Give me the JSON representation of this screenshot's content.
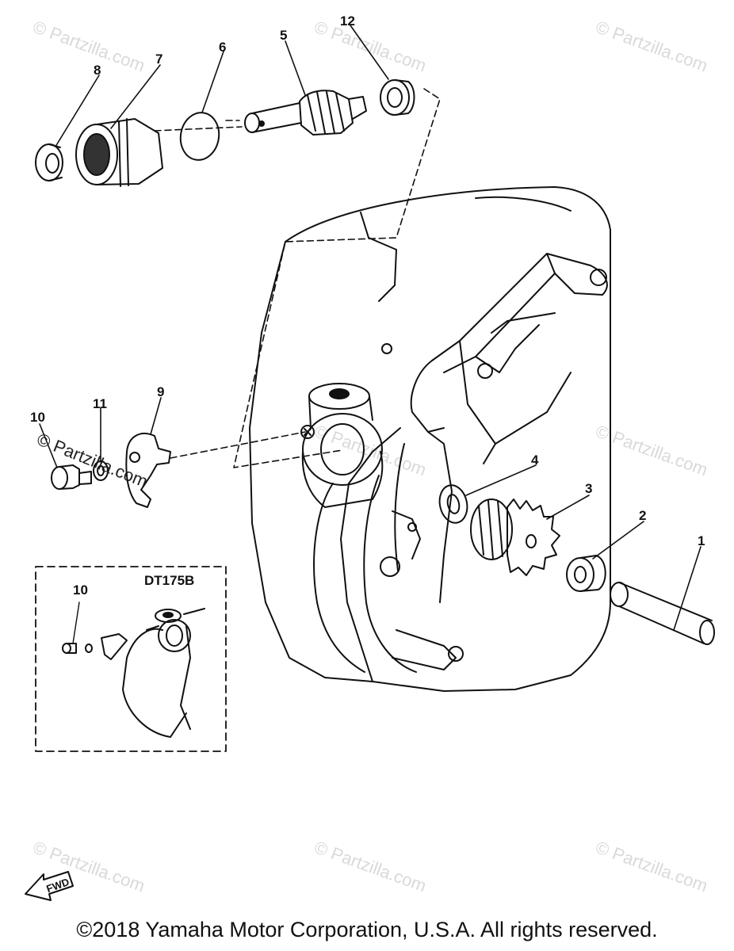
{
  "watermark": "Partzilla.com",
  "watermark_symbol": "©",
  "callouts": [
    {
      "id": "1",
      "label": "1"
    },
    {
      "id": "2",
      "label": "2"
    },
    {
      "id": "3",
      "label": "3"
    },
    {
      "id": "4",
      "label": "4"
    },
    {
      "id": "5",
      "label": "5"
    },
    {
      "id": "6",
      "label": "6"
    },
    {
      "id": "7",
      "label": "7"
    },
    {
      "id": "8",
      "label": "8"
    },
    {
      "id": "9",
      "label": "9"
    },
    {
      "id": "10",
      "label": "10"
    },
    {
      "id": "11",
      "label": "11"
    },
    {
      "id": "12",
      "label": "12"
    },
    {
      "id": "10b",
      "label": "10"
    }
  ],
  "inset_label": "DT175B",
  "fwd_label": "FWD",
  "copyright": "©2018  Yamaha Motor Corporation, U.S.A. All rights reserved.",
  "colors": {
    "ink": "#111111",
    "watermark": "#d9d9d9"
  }
}
